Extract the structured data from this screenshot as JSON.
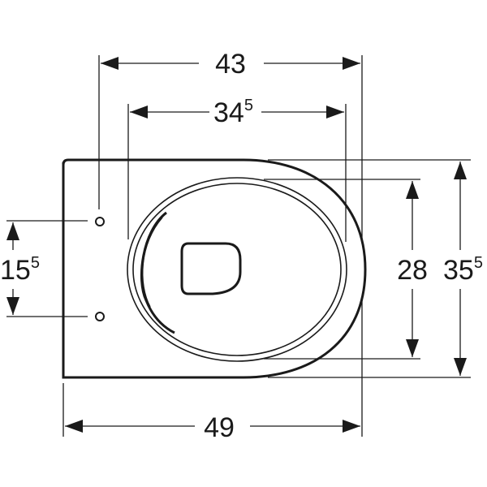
{
  "drawing": {
    "stroke_color": "#1a1a1a",
    "background": "#ffffff",
    "dimensions": {
      "top_outer": "43",
      "top_inner_main": "34",
      "top_inner_sup": "5",
      "bottom_overall": "49",
      "left_holes_main": "15",
      "left_holes_sup": "5",
      "right_inner": "28",
      "right_outer_main": "35",
      "right_outer_sup": "5"
    }
  }
}
